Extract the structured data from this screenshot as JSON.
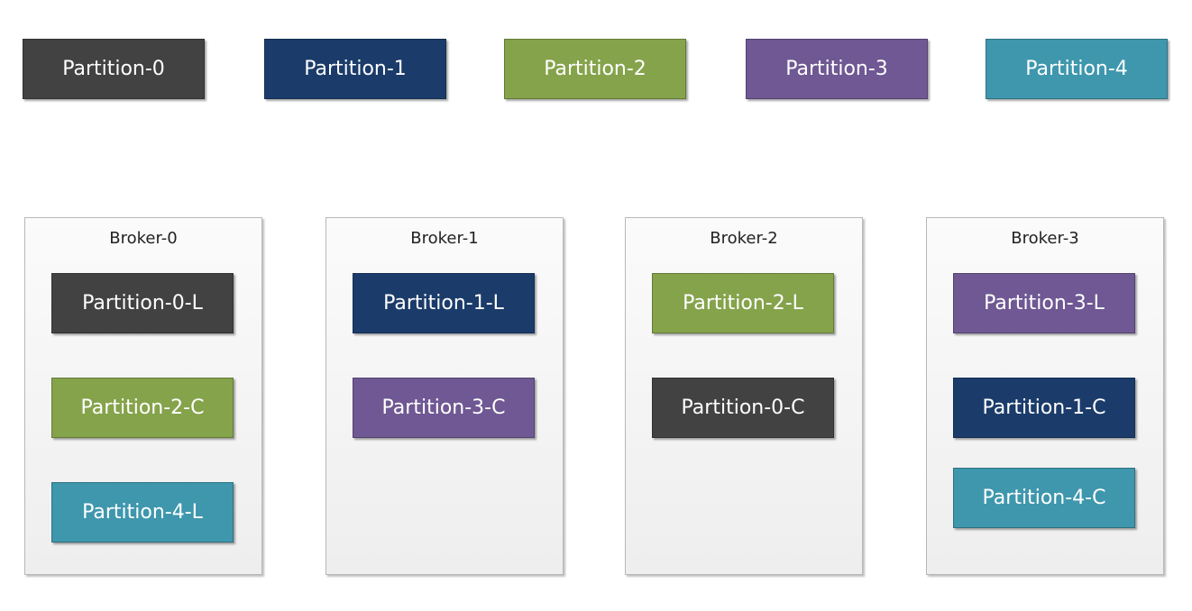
{
  "colors": {
    "partition_0": "#424242",
    "partition_1": "#1b3c6a",
    "partition_2": "#85a34b",
    "partition_3": "#6f5893",
    "partition_4": "#3e97ad"
  },
  "partitions": [
    {
      "label": "Partition-0"
    },
    {
      "label": "Partition-1"
    },
    {
      "label": "Partition-2"
    },
    {
      "label": "Partition-3"
    },
    {
      "label": "Partition-4"
    }
  ],
  "brokers": [
    {
      "title": "Broker-0",
      "replicas": [
        {
          "label": "Partition-0-L"
        },
        {
          "label": "Partition-2-C"
        },
        {
          "label": "Partition-4-L"
        }
      ]
    },
    {
      "title": "Broker-1",
      "replicas": [
        {
          "label": "Partition-1-L"
        },
        {
          "label": "Partition-3-C"
        }
      ]
    },
    {
      "title": "Broker-2",
      "replicas": [
        {
          "label": "Partition-2-L"
        },
        {
          "label": "Partition-0-C"
        }
      ]
    },
    {
      "title": "Broker-3",
      "replicas": [
        {
          "label": "Partition-3-L"
        },
        {
          "label": "Partition-1-C"
        },
        {
          "label": "Partition-4-C"
        }
      ]
    }
  ]
}
